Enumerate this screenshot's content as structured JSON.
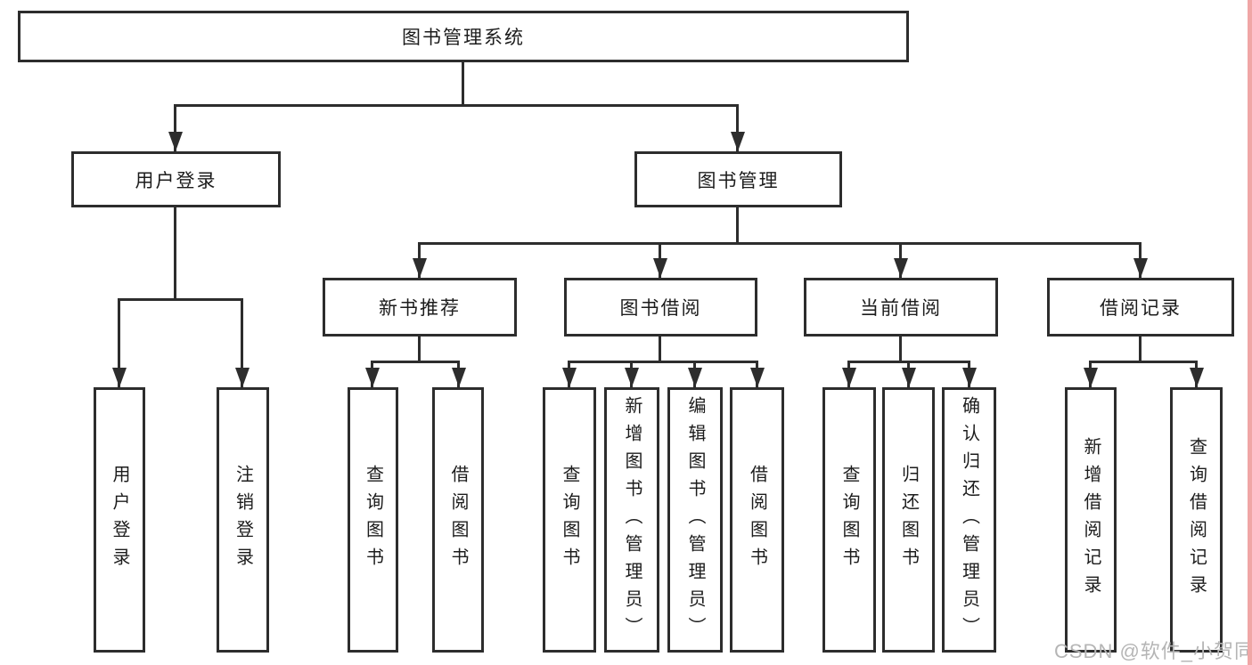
{
  "diagram": {
    "title": "图书管理系统",
    "type": "hierarchy-tree"
  },
  "nodes": {
    "root": {
      "label": "图书管理系统"
    },
    "user_login": {
      "label": "用户登录"
    },
    "book_mgmt": {
      "label": "图书管理"
    },
    "new_book_rec": {
      "label": "新书推荐"
    },
    "book_borrow": {
      "label": "图书借阅"
    },
    "current_borrow": {
      "label": "当前借阅"
    },
    "borrow_record": {
      "label": "借阅记录"
    },
    "leaf_user_login": {
      "label": "用户登录"
    },
    "leaf_logout": {
      "label": "注销登录"
    },
    "leaf_rec_query": {
      "label": "查询图书"
    },
    "leaf_rec_borrow": {
      "label": "借阅图书"
    },
    "leaf_bb_query": {
      "label": "查询图书"
    },
    "leaf_bb_add": {
      "label": "新增图书（管理员）"
    },
    "leaf_bb_edit": {
      "label": "编辑图书（管理员）"
    },
    "leaf_bb_borrow": {
      "label": "借阅图书"
    },
    "leaf_cb_query": {
      "label": "查询图书"
    },
    "leaf_cb_return": {
      "label": "归还图书"
    },
    "leaf_cb_confirm": {
      "label": "确认归还（管理员）"
    },
    "leaf_br_add": {
      "label": "新增借阅记录"
    },
    "leaf_br_query": {
      "label": "查询借阅记录"
    }
  },
  "watermark": {
    "text": "CSDN @软件_小贺同学"
  },
  "colors": {
    "line": "#2d2d2d",
    "box_background": "#ffffff",
    "text": "#1c1c1c",
    "watermark": "#b5b5b5",
    "right_edge_strip": "#f0a6a6"
  }
}
